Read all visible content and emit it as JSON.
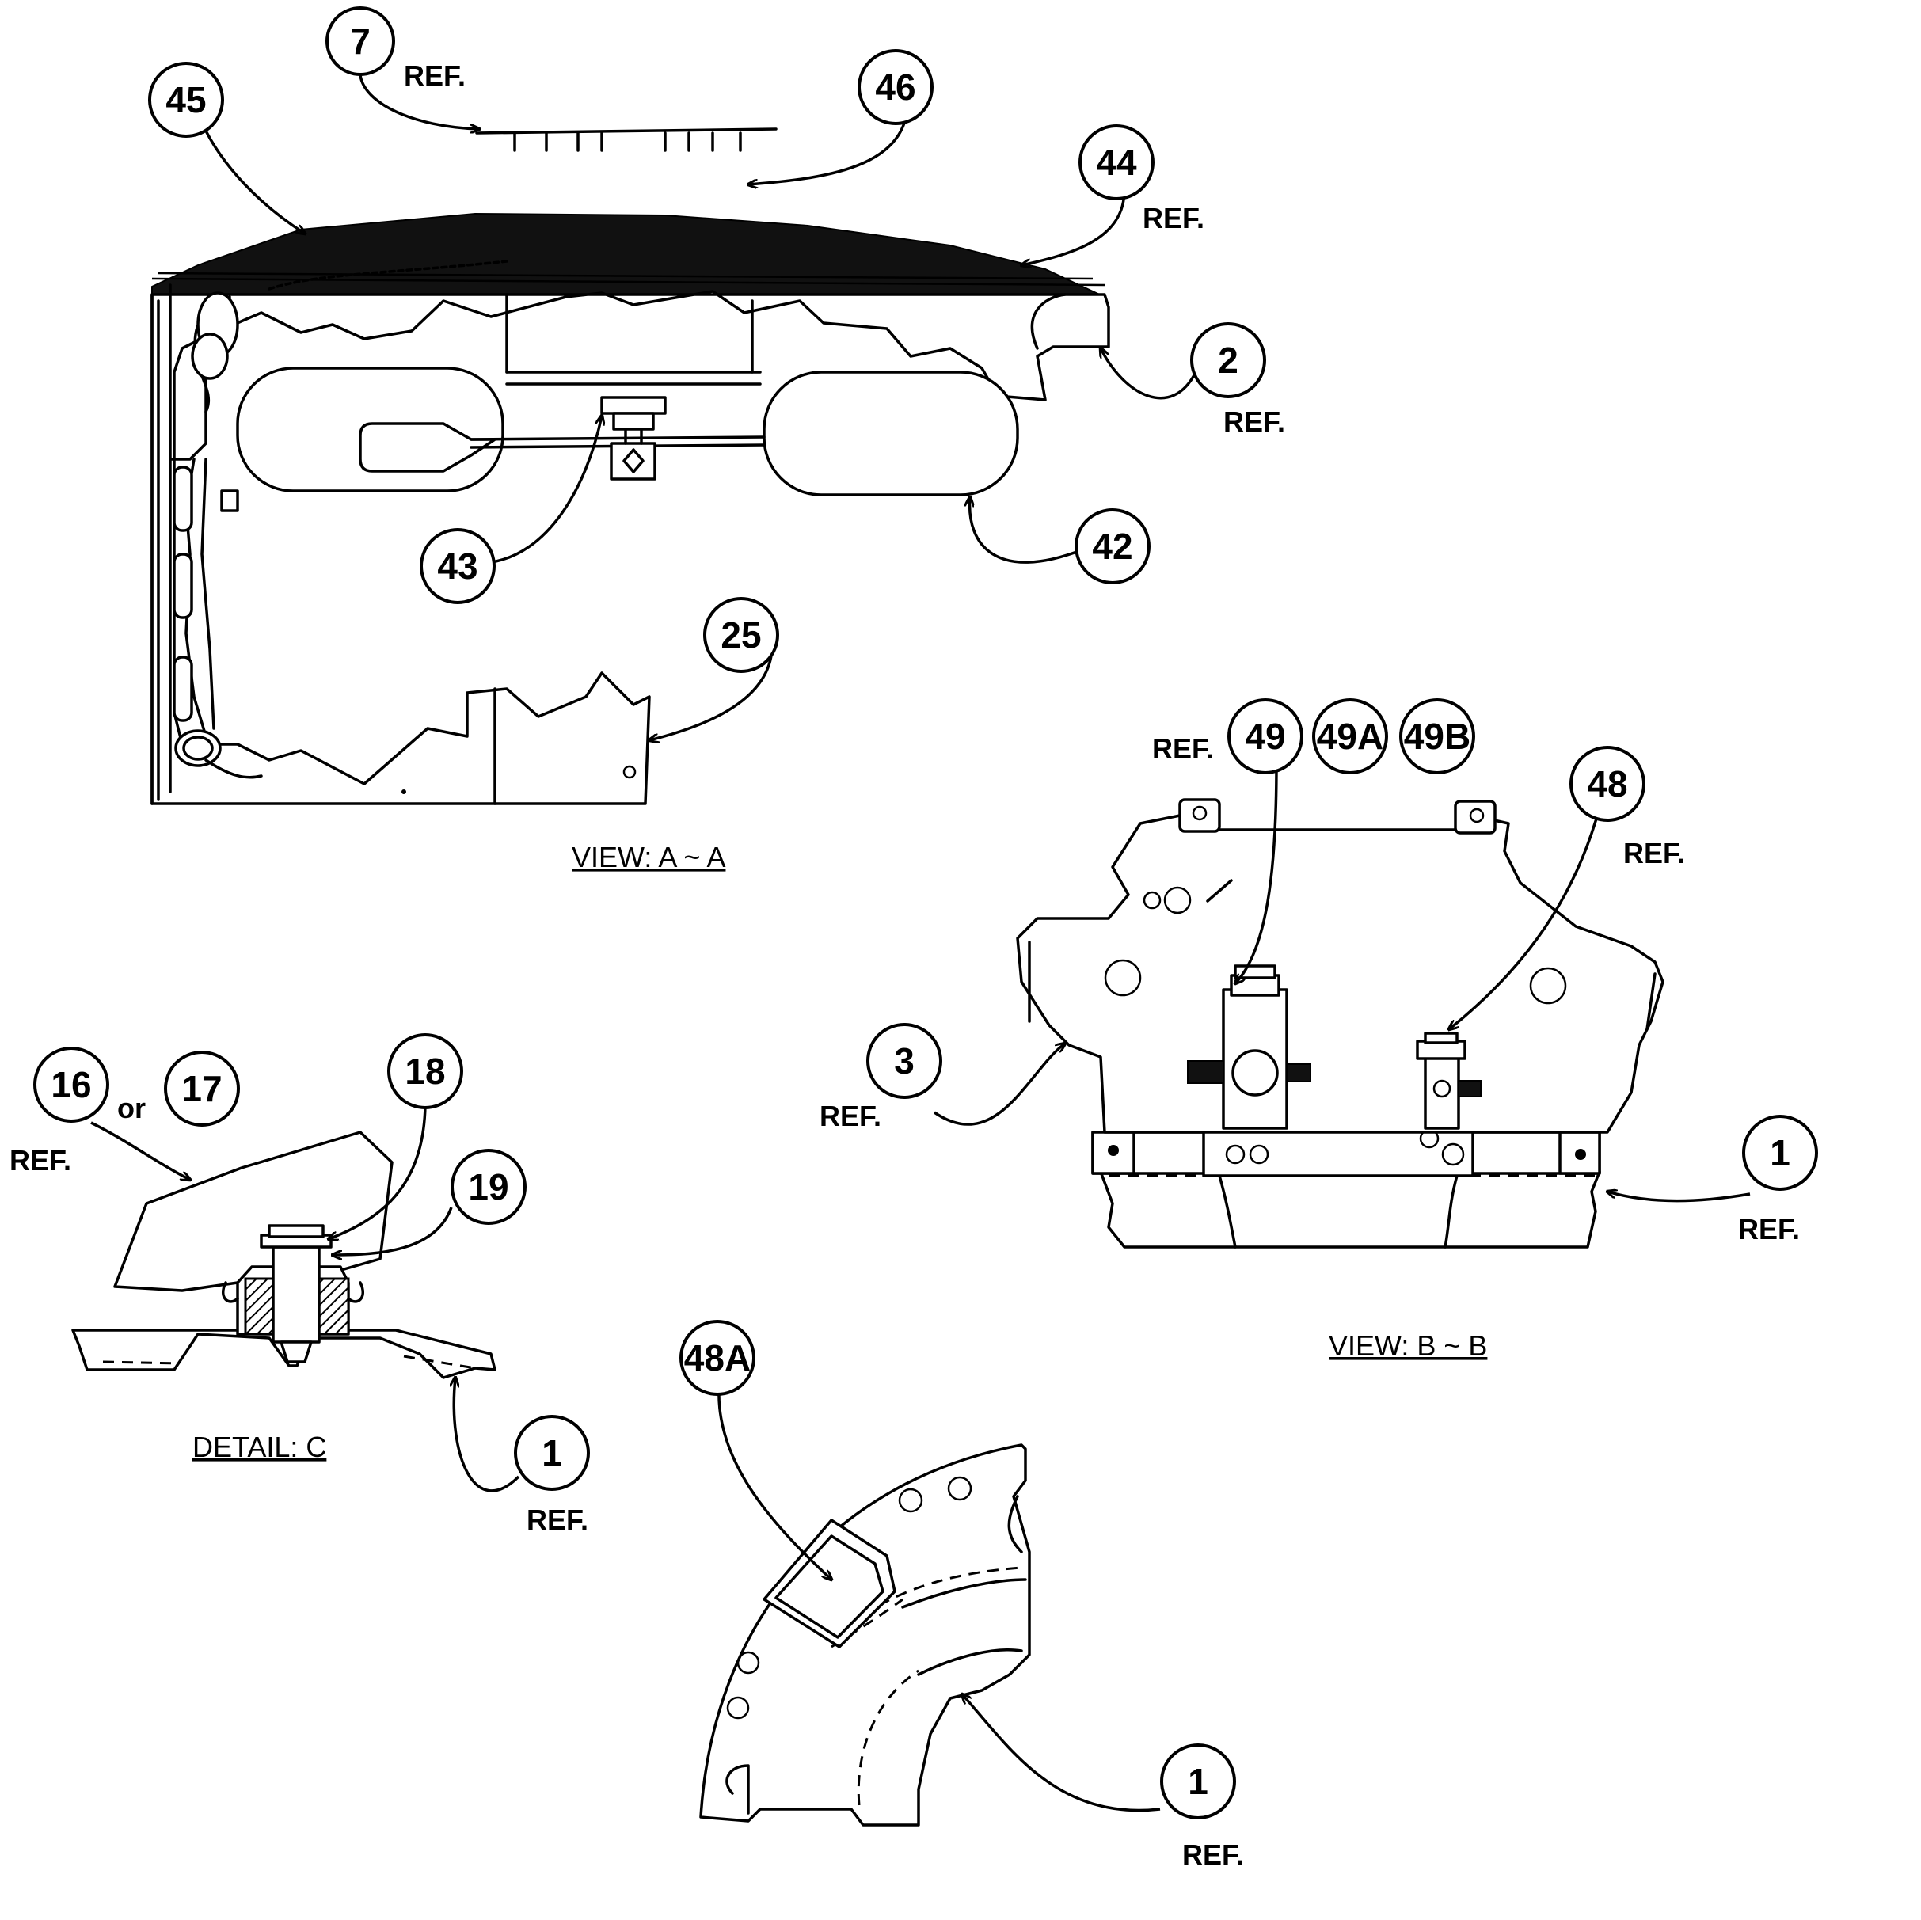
{
  "callouts": {
    "c7": "7",
    "c45": "45",
    "c46": "46",
    "c44": "44",
    "c2": "2",
    "c42": "42",
    "c43": "43",
    "c25": "25",
    "c49": "49",
    "c49a": "49A",
    "c49b": "49B",
    "c48": "48",
    "c3": "3",
    "c1_bb": "1",
    "c16": "16",
    "c17": "17",
    "c18": "18",
    "c19": "19",
    "c1_c": "1",
    "c48a": "48A",
    "c1_bottom": "1"
  },
  "labels": {
    "ref": "REF.",
    "or": "or"
  },
  "views": {
    "aa": "VIEW: A ~ A",
    "bb": "VIEW: B ~ B",
    "c": "DETAIL: C"
  }
}
